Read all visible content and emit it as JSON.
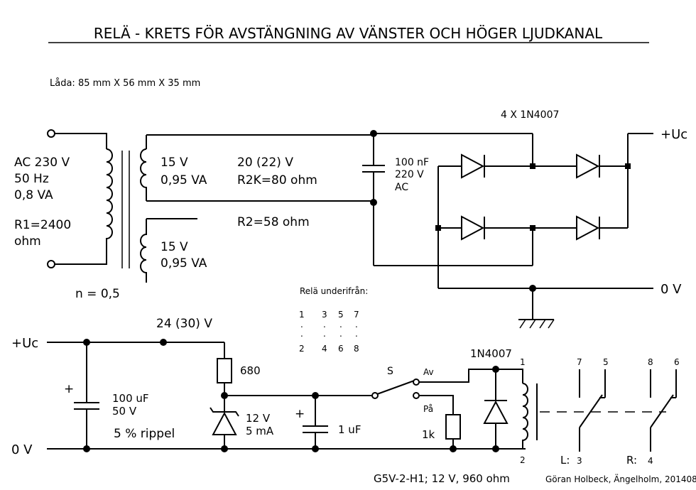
{
  "title": "RELÄ - KRETS FÖR AVSTÄNGNING AV VÄNSTER OCH HÖGER LJUDKANAL",
  "box_size": "Låda:  85 mm X 56 mm X 35 mm",
  "transformer": {
    "primary": [
      "AC  230 V",
      "50 Hz",
      "0,8 VA",
      "R1=2400",
      "ohm"
    ],
    "sec1": [
      "15 V",
      "0,95 VA"
    ],
    "sec2": [
      "15 V",
      "0,95 VA"
    ],
    "sec_voltage": [
      "20 (22) V",
      "R2K=80 ohm"
    ],
    "r2": "R2=58 ohm",
    "ratio": "n = 0,5"
  },
  "bridge": {
    "diodes_label": "4 X 1N4007",
    "cap": [
      "100 nF",
      "220 V",
      "AC"
    ],
    "plus_out": "+Uc",
    "zero_out": "0 V"
  },
  "pinout": {
    "title": "Relä underifrån:",
    "top": [
      "1",
      "3",
      "5",
      "7"
    ],
    "dots1": [
      ".",
      ".",
      ".",
      "."
    ],
    "dots2": [
      ".",
      ".",
      ".",
      "."
    ],
    "bottom": [
      "2",
      "4",
      "6",
      "8"
    ]
  },
  "lower": {
    "plus_in": "+Uc",
    "zero_in": "0 V",
    "mid_voltage": "24 (30) V",
    "cap_plus": "+",
    "cap1": [
      "100 uF",
      "50 V"
    ],
    "ripple": "5 % rippel",
    "resistor": "680",
    "zener": [
      "12 V",
      "5 mA"
    ],
    "cap2_plus": "+",
    "cap2": "1 uF",
    "switch": "S",
    "switch_off": "Av",
    "switch_on": "På",
    "resistor2": "1k",
    "relay_diode": "1N4007",
    "coil_top": "1",
    "coil_bottom": "2",
    "contacts_left_top": [
      "7",
      "5"
    ],
    "contacts_right_top": [
      "8",
      "6"
    ],
    "left_channel": "L:",
    "left_pin": "3",
    "right_channel": "R:",
    "right_pin": "4",
    "relay_spec": "G5V-2-H1; 12 V, 960 ohm",
    "author": "Göran Holbeck, Ängelholm, 201408"
  }
}
